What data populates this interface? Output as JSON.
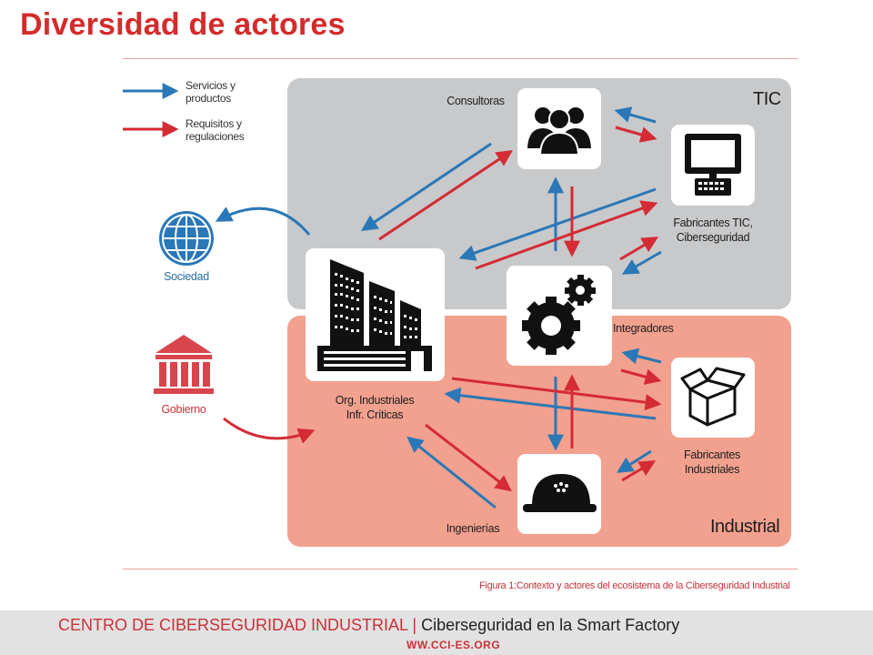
{
  "title": "Diversidad de actores",
  "legend": {
    "services": "Servicios y productos",
    "services_l1": "Servicios y",
    "services_l2": "productos",
    "requirements": "Requisitos y regulaciones",
    "requirements_l1": "Requisitos y",
    "requirements_l2": "regulaciones",
    "services_color": "#2a78b8",
    "requirements_color": "#d42b35"
  },
  "zones": {
    "tic": "TIC",
    "industrial": "Industrial",
    "tic_color": "#c8c9cb",
    "industrial_color": "#f2a18e"
  },
  "nodes": {
    "consultoras": "Consultoras",
    "fabricantes_tic_l1": "Fabricantes TIC,",
    "fabricantes_tic_l2": "Ciberseguridad",
    "sociedad": "Sociedad",
    "gobierno": "Gobierno",
    "org_l1": "Org. Industriales",
    "org_l2": "Infr. Críticas",
    "integradores": "Integradores",
    "fab_ind_l1": "Fabricantes",
    "fab_ind_l2": "Industriales",
    "ingenierias": "Ingenierías"
  },
  "icons": {
    "consultoras": "people-group-icon",
    "fabricantes_tic": "computer-monitor-icon",
    "sociedad": "globe-icon",
    "gobierno": "government-building-icon",
    "org": "factory-buildings-icon",
    "integradores": "gears-icon",
    "fab_ind": "open-box-icon",
    "ingenierias": "hard-hat-icon"
  },
  "caption": "Figura 1:Contexto y actores del ecosistema de la Ciberseguridad Industrial",
  "footer": {
    "org": "CENTRO DE CIBERSEGURIDAD INDUSTRIAL",
    "separator": " | ",
    "subtitle": "Ciberseguridad en la Smart Factory",
    "url": "WW.CCI-ES.ORG",
    "logo": "cci-logo-icon"
  }
}
